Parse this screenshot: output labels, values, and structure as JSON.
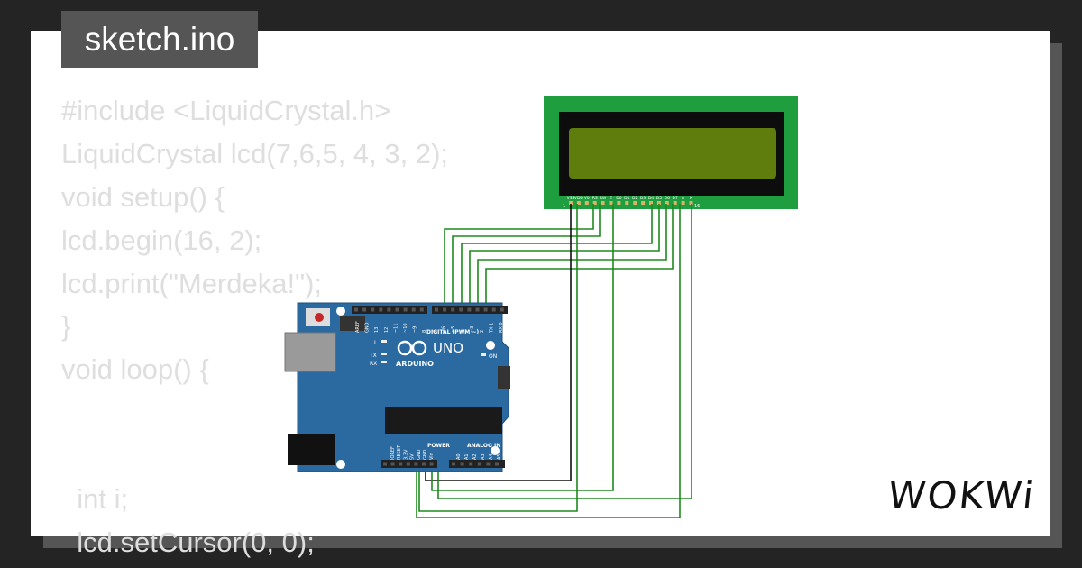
{
  "title": "sketch.ino",
  "code_lines": [
    "#include <LiquidCrystal.h>",
    "LiquidCrystal lcd(7,6,5, 4, 3, 2);",
    "void setup() {",
    "lcd.begin(16, 2);",
    "lcd.print(\"Merdeka!\");",
    "}",
    "void loop() {",
    "",
    "",
    "  int i;",
    "  lcd.setCursor(0, 0);"
  ],
  "lcd": {
    "pin_labels": [
      "VSS",
      "VDD",
      "V0",
      "RS",
      "RW",
      "E",
      "D0",
      "D1",
      "D2",
      "D3",
      "D4",
      "D5",
      "D6",
      "D7",
      "A",
      "K"
    ],
    "pin_first": "1",
    "pin_last": "16"
  },
  "arduino": {
    "brand": "ARDUINO",
    "model": "UNO",
    "digital_label": "DIGITAL (PWM ~)",
    "power_label": "POWER",
    "analog_label": "ANALOG IN",
    "led_l": "L",
    "led_tx": "TX",
    "led_rx": "RX",
    "led_on": "ON",
    "digital_pins": [
      "AREF",
      "GND",
      "13",
      "12",
      "~11",
      "~10",
      "~9",
      "8",
      "7",
      "~6",
      "~5",
      "4",
      "~3",
      "2",
      "TX 1",
      "RX 0"
    ],
    "power_pins": [
      "IOREF",
      "RESET",
      "3.3V",
      "5V",
      "GND",
      "GND",
      "Vin"
    ],
    "analog_pins": [
      "A0",
      "A1",
      "A2",
      "A3",
      "A4",
      "A5"
    ]
  },
  "watermark": "WOKWi",
  "colors": {
    "background": "#242424",
    "card": "#ffffff",
    "title_bg": "#555555",
    "code_text": "#dedede",
    "lcd_pcb": "#1e9e3e",
    "lcd_screen": "#5f7d0c",
    "board": "#2b6aa0",
    "wire": "#1e8a1e"
  }
}
